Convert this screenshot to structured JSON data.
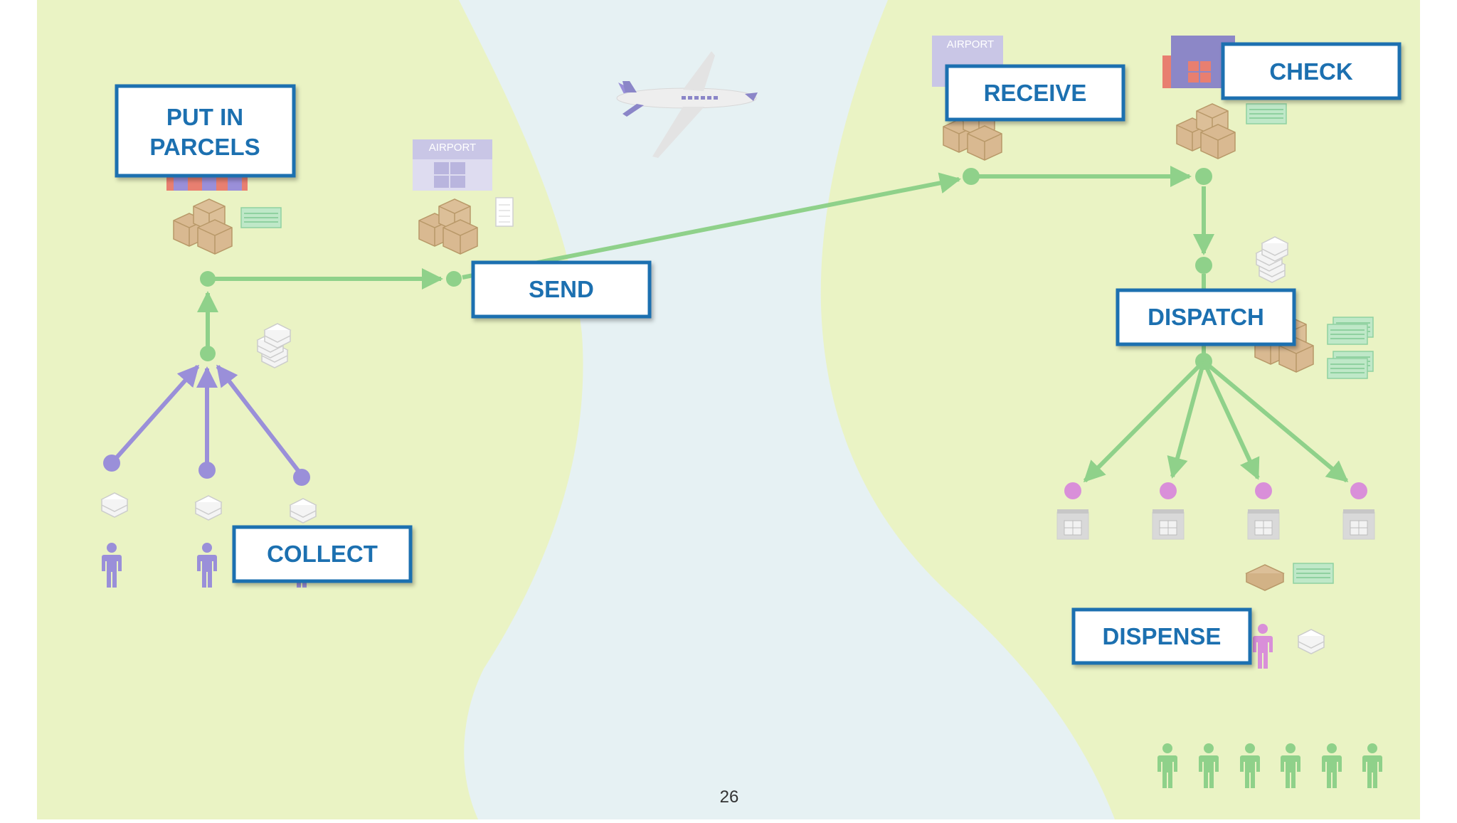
{
  "slide": {
    "page_number": "26",
    "colors": {
      "land": "#eaf3c4",
      "water": "#e6f1f3",
      "flow_green": "#8fd18a",
      "collect_purple": "#9a8fd9",
      "dispense_pink": "#d98fd9",
      "label_border": "#1a6fb0",
      "label_text": "#1a6fb0"
    }
  },
  "labels": {
    "put_in_parcels_line1": "PUT IN",
    "put_in_parcels_line2": "PARCELS",
    "send": "SEND",
    "collect": "COLLECT",
    "receive": "RECEIVE",
    "check": "CHECK",
    "dispatch": "DISPATCH",
    "dispense": "DISPENSE"
  },
  "buildings": {
    "airport_left": "AIRPORT",
    "airport_right": "AIRPORT"
  },
  "icons": [
    "airplane-icon",
    "airport-building-icon",
    "post-office-icon",
    "parcel-stack-icon",
    "banknote-icon",
    "letter-stack-icon",
    "person-icon",
    "house-icon"
  ]
}
